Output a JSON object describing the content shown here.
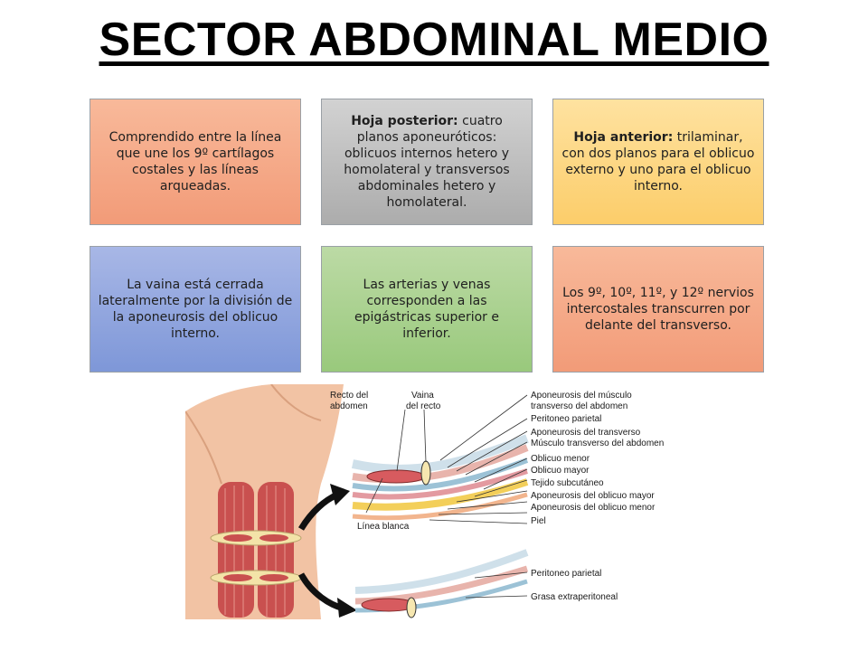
{
  "title": "SECTOR ABDOMINAL MEDIO",
  "boxes": [
    {
      "bold": "",
      "text": "Comprendido entre la línea que une los 9º cartílagos costales y las líneas arqueadas."
    },
    {
      "bold": "Hoja posterior:",
      "text": " cuatro planos aponeuróticos: oblicuos internos hetero y homolateral y transversos abdominales hetero y homolateral."
    },
    {
      "bold": "Hoja anterior:",
      "text": " trilaminar, con dos planos para el oblicuo externo y uno para el oblicuo interno."
    },
    {
      "bold": "",
      "text": "La vaina está cerrada lateralmente por la división de la aponeurosis del oblicuo interno."
    },
    {
      "bold": "",
      "text": "Las arterias y venas corresponden a las epigástricas superior e inferior."
    },
    {
      "bold": "",
      "text": "Los 9º, 10º, 11º, y 12º nervios intercostales transcurren por delante del transverso."
    }
  ],
  "figure": {
    "label_recto_1": "Recto del",
    "label_recto_2": "abdomen",
    "label_vaina_1": "Vaina",
    "label_vaina_2": "del recto",
    "label_linea": "Línea blanca",
    "upper_labels": [
      "Aponeurosis del músculo",
      "transverso del abdomen",
      "Peritoneo parietal",
      "Aponeurosis del transverso",
      "Músculo transverso del abdomen",
      "Oblicuo menor",
      "Oblicuo mayor",
      "Tejido subcutáneo",
      "Aponeurosis del oblicuo mayor",
      "Aponeurosis del oblicuo menor",
      "Piel"
    ],
    "lower_labels": [
      "Peritoneo parietal",
      "Grasa extraperitoneal"
    ]
  }
}
